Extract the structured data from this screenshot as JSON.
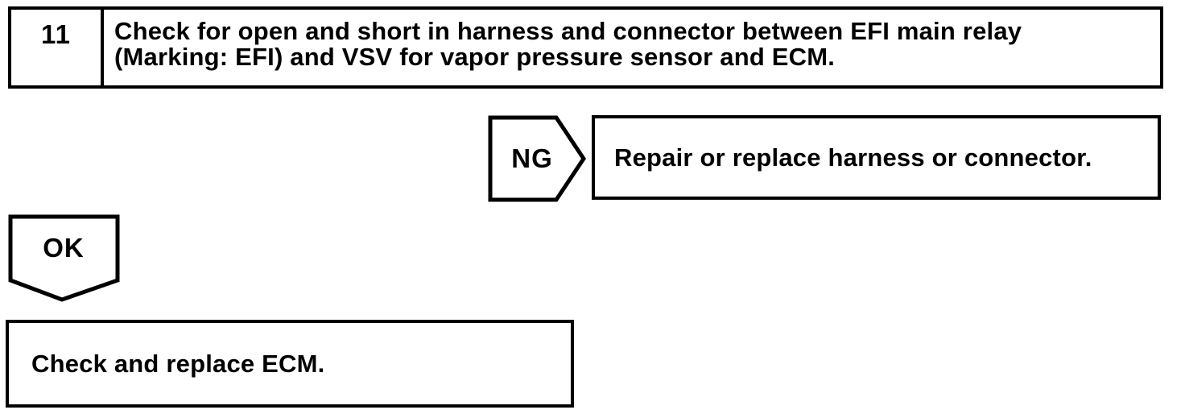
{
  "page": {
    "kind": "diagnostic-flowchart",
    "ink_color": "#000000",
    "paper_color": "#ffffff"
  },
  "flowchart": {
    "step_box": {
      "number": "11",
      "instruction_lines": [
        "Check for open and short in harness and connector between EFI main relay",
        "(Marking: EFI) and VSV for vapor pressure sensor and ECM."
      ]
    },
    "ng_branch": {
      "label": "NG",
      "action": "Repair or replace harness or connector."
    },
    "ok_branch": {
      "label": "OK",
      "action": "Check and replace ECM."
    }
  }
}
